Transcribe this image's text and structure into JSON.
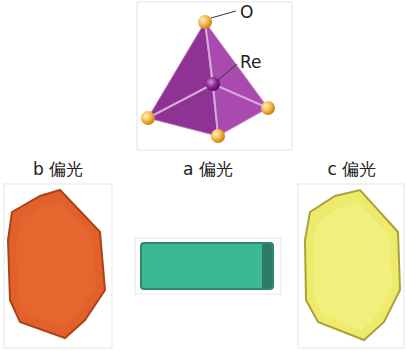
{
  "diagram": {
    "labels": [
      "O",
      "Re",
      "b 偏光",
      "a 偏光",
      "c 偏光"
    ]
  }
}
